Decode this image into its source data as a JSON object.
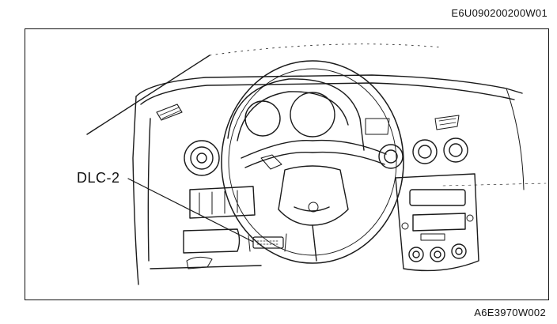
{
  "header": {
    "figure_code": "E6U090200200W01"
  },
  "footer": {
    "part_code": "A6E3970W002"
  },
  "diagram": {
    "callout_label": "DLC-2",
    "icons": [
      "dashboard-illustration",
      "steering-wheel",
      "dlc2-connector"
    ]
  }
}
